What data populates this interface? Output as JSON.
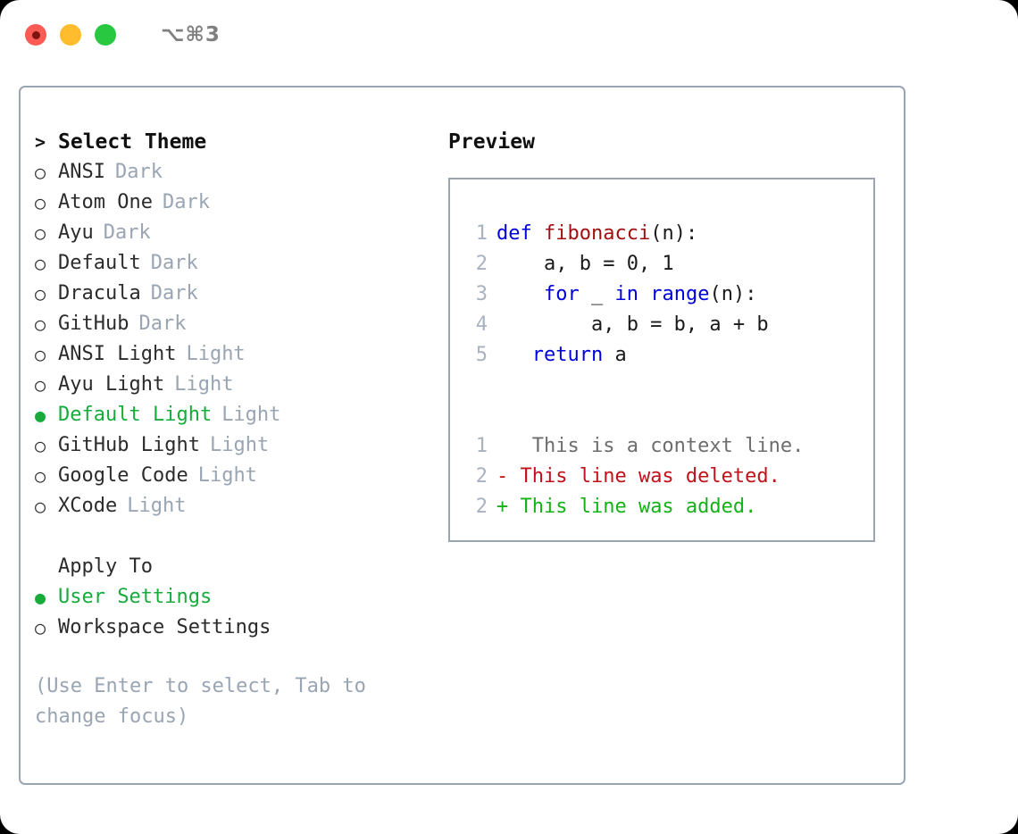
{
  "window": {
    "shortcut": "⌥⌘3",
    "traffic_lights": [
      {
        "name": "close",
        "color": "#fb5b54"
      },
      {
        "name": "minimize",
        "color": "#ffbd2e"
      },
      {
        "name": "maximize",
        "color": "#28c840"
      }
    ]
  },
  "colors": {
    "accent_green": "#17ab3c",
    "muted": "#9aa5b4",
    "border": "#9aa5b4",
    "keyword_blue": "#0000dd",
    "function_red": "#a11010",
    "diff_added": "#14b117",
    "diff_deleted": "#c1121c",
    "line_number": "#a8b2c0"
  },
  "theme_picker": {
    "heading": "Select Theme",
    "heading_marker": ">",
    "bullet_selected": "●",
    "bullet_unselected": "○",
    "items": [
      {
        "label": "ANSI",
        "tag": "Dark",
        "selected": false
      },
      {
        "label": "Atom One",
        "tag": "Dark",
        "selected": false
      },
      {
        "label": "Ayu",
        "tag": "Dark",
        "selected": false
      },
      {
        "label": "Default",
        "tag": "Dark",
        "selected": false
      },
      {
        "label": "Dracula",
        "tag": "Dark",
        "selected": false
      },
      {
        "label": "GitHub",
        "tag": "Dark",
        "selected": false
      },
      {
        "label": "ANSI Light",
        "tag": "Light",
        "selected": false
      },
      {
        "label": "Ayu Light",
        "tag": "Light",
        "selected": false
      },
      {
        "label": "Default Light",
        "tag": "Light",
        "selected": true
      },
      {
        "label": "GitHub Light",
        "tag": "Light",
        "selected": false
      },
      {
        "label": "Google Code",
        "tag": "Light",
        "selected": false
      },
      {
        "label": "XCode",
        "tag": "Light",
        "selected": false
      }
    ]
  },
  "apply_to": {
    "heading": "Apply To",
    "items": [
      {
        "label": "User Settings",
        "selected": true
      },
      {
        "label": "Workspace Settings",
        "selected": false
      }
    ]
  },
  "hint": "(Use Enter to select, Tab to change focus)",
  "preview": {
    "title": "Preview",
    "code_lines": [
      {
        "lineno": "1",
        "tokens": [
          {
            "text": "def ",
            "kind": "kw"
          },
          {
            "text": "fibonacci",
            "kind": "fn"
          },
          {
            "text": "(n):",
            "kind": "plain"
          }
        ]
      },
      {
        "lineno": "2",
        "tokens": [
          {
            "text": "    a, b = 0, 1",
            "kind": "plain"
          }
        ]
      },
      {
        "lineno": "3",
        "tokens": [
          {
            "text": "    ",
            "kind": "plain"
          },
          {
            "text": "for",
            "kind": "kw"
          },
          {
            "text": " _ ",
            "kind": "plain"
          },
          {
            "text": "in",
            "kind": "kw"
          },
          {
            "text": " ",
            "kind": "plain"
          },
          {
            "text": "range",
            "kind": "kw"
          },
          {
            "text": "(n):",
            "kind": "plain"
          }
        ]
      },
      {
        "lineno": "4",
        "tokens": [
          {
            "text": "        a, b = b, a + b",
            "kind": "plain"
          }
        ]
      },
      {
        "lineno": "5",
        "tokens": [
          {
            "text": "   ",
            "kind": "plain"
          },
          {
            "text": "return",
            "kind": "kw"
          },
          {
            "text": " a",
            "kind": "plain"
          }
        ]
      }
    ],
    "diff_lines": [
      {
        "lineno": "1",
        "marker": " ",
        "text": "  This is a context line.",
        "kind": "ctx"
      },
      {
        "lineno": "2",
        "marker": "-",
        "text": " This line was deleted.",
        "kind": "del"
      },
      {
        "lineno": "2",
        "marker": "+",
        "text": " This line was added.",
        "kind": "add"
      }
    ]
  }
}
